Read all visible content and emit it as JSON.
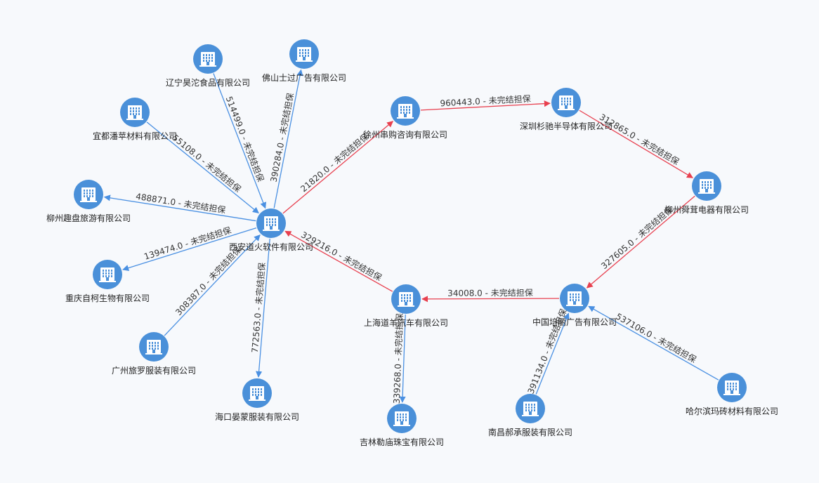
{
  "colors": {
    "background": "#f7f9fc",
    "node_fill": "#4a90d9",
    "icon_color": "#ffffff",
    "edge_normal": "#4a90e2",
    "edge_cycle": "#e8404f",
    "label_text": "#222222"
  },
  "nodes": [
    {
      "id": "xian",
      "label": "西安道火软件有限公司",
      "icon": "building-icon"
    },
    {
      "id": "liaoning",
      "label": "辽宁昊沱食品有限公司",
      "icon": "building-icon"
    },
    {
      "id": "foshan",
      "label": "佛山士过广告有限公司",
      "icon": "building-icon"
    },
    {
      "id": "yidu",
      "label": "宜都潘苹材料有限公司",
      "icon": "building-icon"
    },
    {
      "id": "liuzhou_qu",
      "label": "柳州趣盘旅游有限公司",
      "icon": "building-icon"
    },
    {
      "id": "chongqing",
      "label": "重庆自柯生物有限公司",
      "icon": "building-icon"
    },
    {
      "id": "guangzhou",
      "label": "广州旅罗服装有限公司",
      "icon": "building-icon"
    },
    {
      "id": "haikou",
      "label": "海口晏蒙服装有限公司",
      "icon": "building-icon"
    },
    {
      "id": "xuzhou",
      "label": "徐州串购咨询有限公司",
      "icon": "building-icon"
    },
    {
      "id": "shenzhen",
      "label": "深圳杉驰半导体有限公司",
      "icon": "building-icon"
    },
    {
      "id": "liuzhou_shun",
      "label": "柳州舜茸电器有限公司",
      "icon": "building-icon"
    },
    {
      "id": "zhongguo",
      "label": "中国培丽广告有限公司",
      "icon": "building-icon"
    },
    {
      "id": "shanghai",
      "label": "上海道羊汽车有限公司",
      "icon": "building-icon"
    },
    {
      "id": "jilin",
      "label": "吉林勒庙珠宝有限公司",
      "icon": "building-icon"
    },
    {
      "id": "nanchang",
      "label": "南昌郝承服装有限公司",
      "icon": "building-icon"
    },
    {
      "id": "haerbin",
      "label": "哈尔滨玛砖材料有限公司",
      "icon": "building-icon"
    }
  ],
  "edges": [
    {
      "from": "liaoning",
      "to": "xian",
      "label": "514499.0 - 未完结担保",
      "kind": "normal"
    },
    {
      "from": "xian",
      "to": "foshan",
      "label": "390284.0 - 未完结担保",
      "kind": "normal"
    },
    {
      "from": "yidu",
      "to": "xian",
      "label": "55108.0 - 未完结担保",
      "kind": "normal"
    },
    {
      "from": "xian",
      "to": "liuzhou_qu",
      "label": "488871.0 - 未完结担保",
      "kind": "normal"
    },
    {
      "from": "xian",
      "to": "chongqing",
      "label": "139474.0 - 未完结担保",
      "kind": "normal"
    },
    {
      "from": "guangzhou",
      "to": "xian",
      "label": "308387.0 - 未完结担保",
      "kind": "normal"
    },
    {
      "from": "xian",
      "to": "haikou",
      "label": "772563.0 - 未完结担保",
      "kind": "normal"
    },
    {
      "from": "xian",
      "to": "xuzhou",
      "label": "21820.0 - 未完结担保",
      "kind": "cycle"
    },
    {
      "from": "xuzhou",
      "to": "shenzhen",
      "label": "960443.0 - 未完结担保",
      "kind": "cycle"
    },
    {
      "from": "shenzhen",
      "to": "liuzhou_shun",
      "label": "312865.0 - 未完结担保",
      "kind": "cycle"
    },
    {
      "from": "liuzhou_shun",
      "to": "zhongguo",
      "label": "327605.0 - 未完结担保",
      "kind": "cycle"
    },
    {
      "from": "zhongguo",
      "to": "shanghai",
      "label": "34008.0 - 未完结担保",
      "kind": "cycle"
    },
    {
      "from": "shanghai",
      "to": "xian",
      "label": "329216.0 - 未完结担保",
      "kind": "cycle"
    },
    {
      "from": "shanghai",
      "to": "jilin",
      "label": "339268.0 - 未完结担保",
      "kind": "normal"
    },
    {
      "from": "nanchang",
      "to": "zhongguo",
      "label": "391134.0 - 未完结担保",
      "kind": "normal"
    },
    {
      "from": "haerbin",
      "to": "zhongguo",
      "label": "537106.0 - 未完结担保",
      "kind": "normal"
    }
  ]
}
